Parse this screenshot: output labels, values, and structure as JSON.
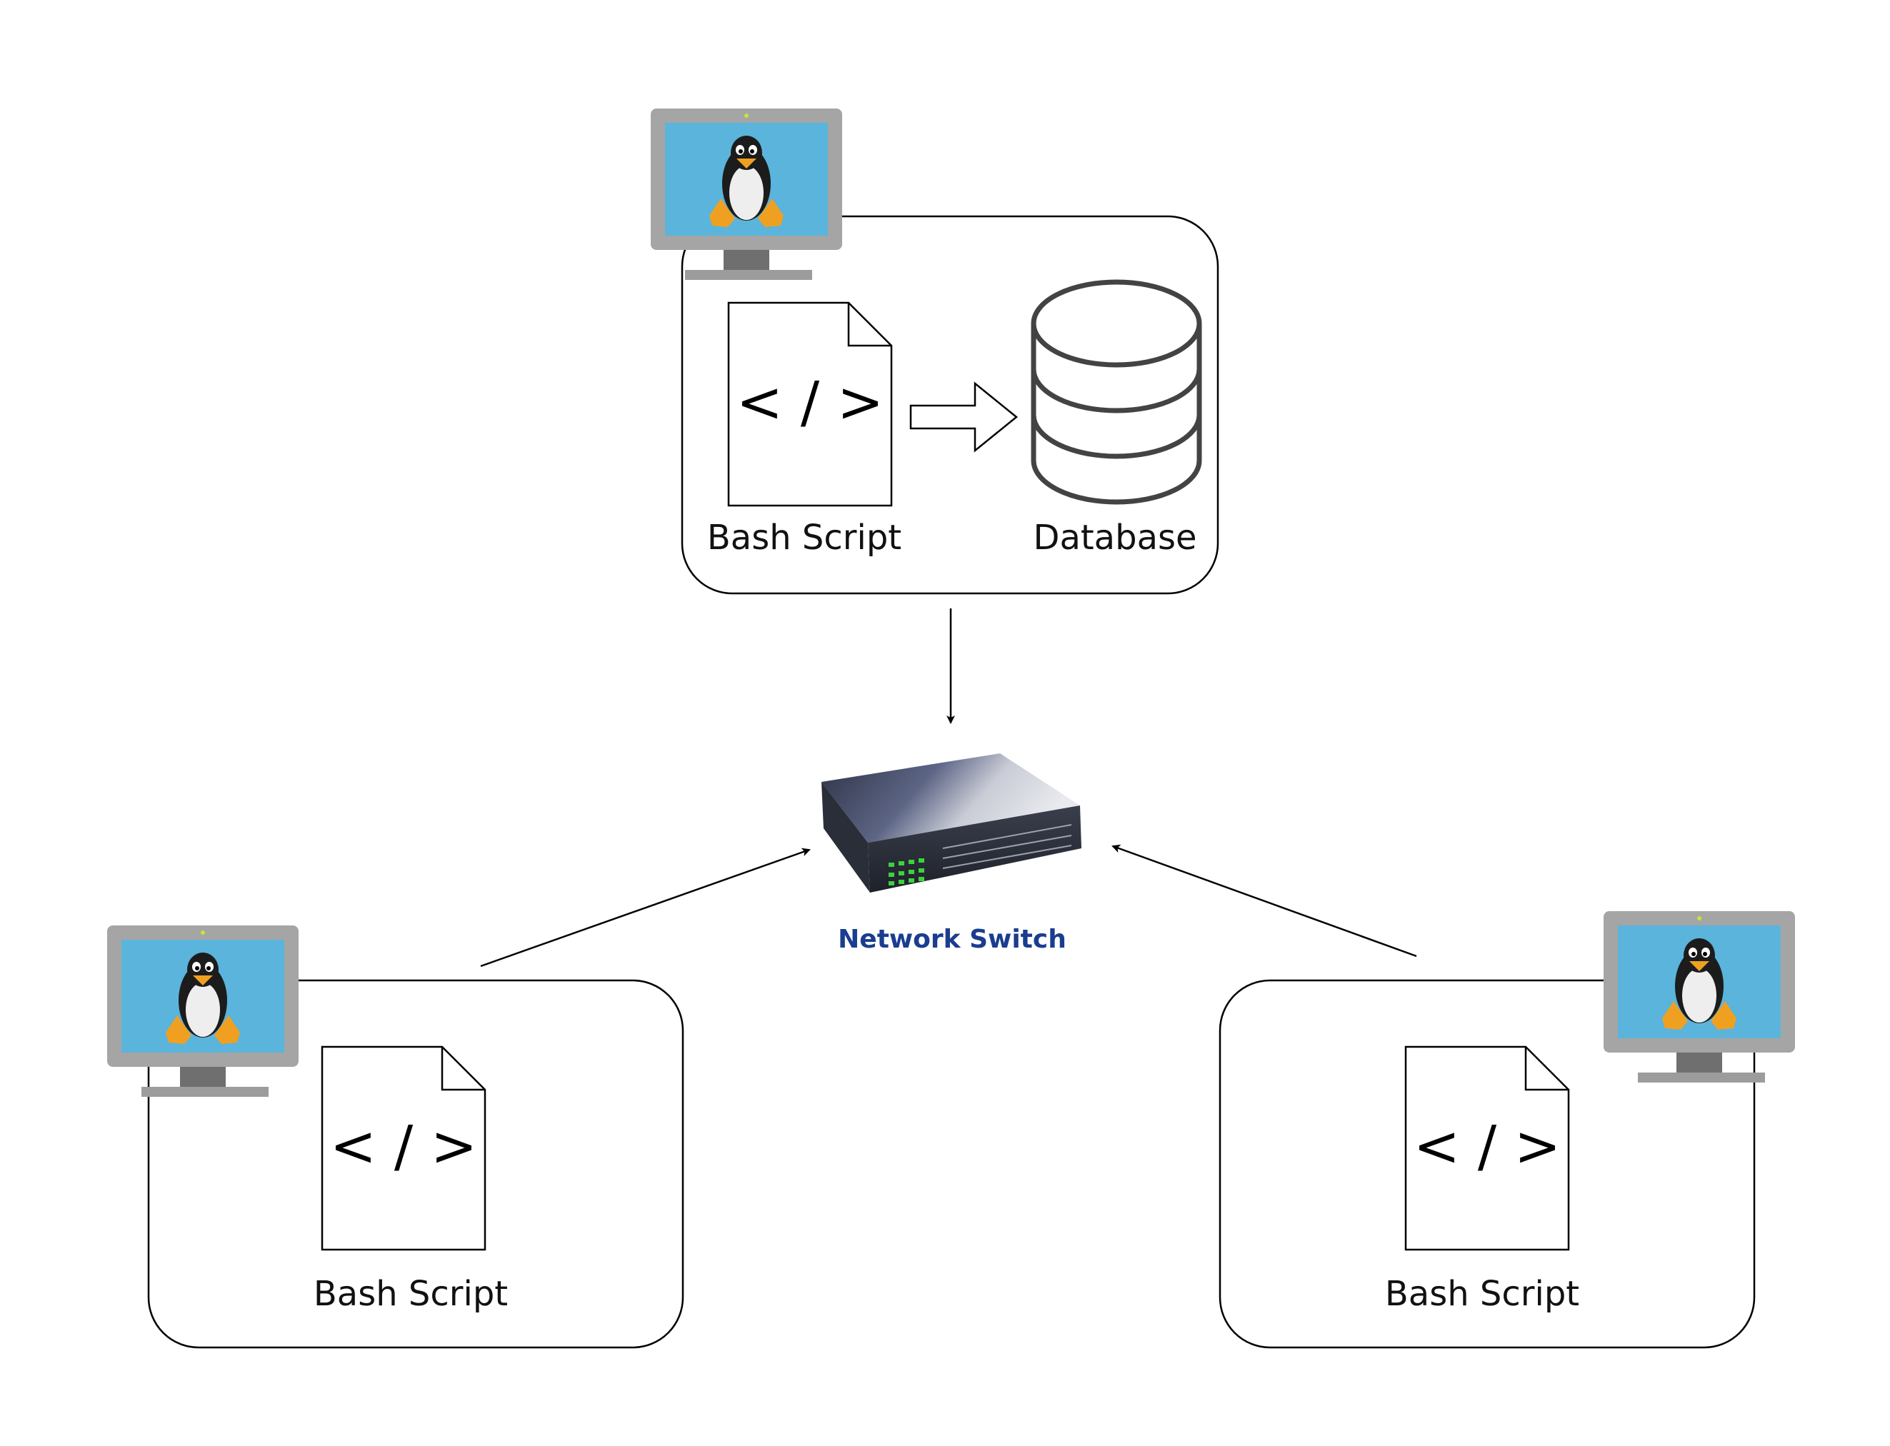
{
  "diagram": {
    "top_node": {
      "script_label": "Bash Script",
      "script_glyph": "< / >",
      "database_label": "Database"
    },
    "switch": {
      "label": "Network Switch",
      "label_color": "#1a3d8f"
    },
    "left_node": {
      "script_label": "Bash Script",
      "script_glyph": "< / >"
    },
    "right_node": {
      "script_label": "Bash Script",
      "script_glyph": "< / >"
    },
    "icons": {
      "computer": "linux-monitor-icon",
      "script": "code-file-icon",
      "database": "database-icon",
      "switch": "network-switch-icon"
    },
    "colors": {
      "monitor_frame": "#a5a5a5",
      "monitor_screen": "#5ab4dc",
      "switch_ports": "#3cd23c"
    }
  }
}
